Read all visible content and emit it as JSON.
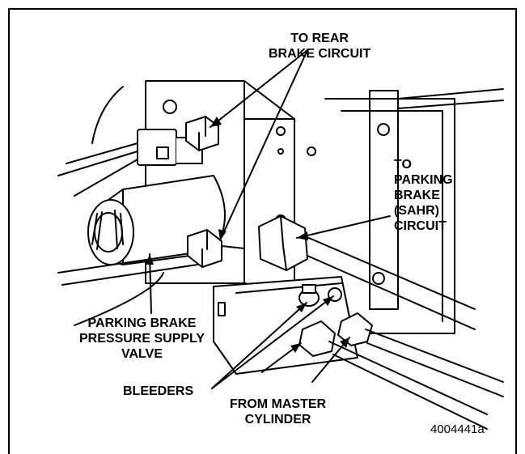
{
  "labels": {
    "rear_brake": [
      "TO REAR",
      "BRAKE CIRCUIT"
    ],
    "parking_brake_circuit": [
      "TO",
      "PARKING",
      "BRAKE",
      "(SAHR)",
      "CIRCUIT"
    ],
    "supply_valve": [
      "PARKING BRAKE",
      "PRESSURE SUPPLY",
      "VALVE"
    ],
    "bleeders": "BLEEDERS",
    "master_cylinder": [
      "FROM MASTER",
      "CYLINDER"
    ],
    "figure_id": "4004441a"
  },
  "icons": [
    "solenoid-valve-icon",
    "hex-fitting-icon",
    "brake-line-icon",
    "bleeder-screw-icon"
  ]
}
